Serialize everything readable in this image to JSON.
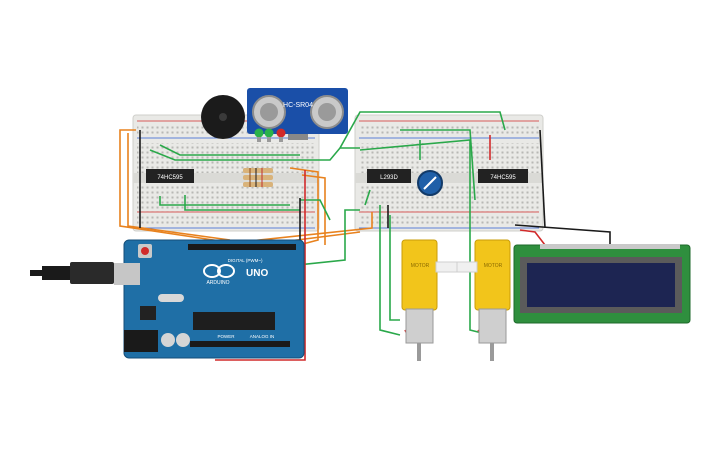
{
  "sensor_label": "HC-SR04",
  "chips": {
    "left": "74HC595",
    "middle": "L293D",
    "right": "74HC595"
  },
  "arduino": {
    "brand": "ARDUINO",
    "model": "UNO",
    "digital_label": "DIGITAL (PWM~)",
    "power_label": "POWER",
    "analog_label": "ANALOG IN"
  },
  "motors": {
    "left_label": "MOTOR",
    "right_label": "MOTOR"
  },
  "colors": {
    "breadboard": "#e9e9e6",
    "arduino_board": "#1f6fa6",
    "motor_yellow": "#f2c51b",
    "lcd_pcb": "#2f8f3e",
    "lcd_screen": "#1d2552",
    "wire_green": "#2aa84a",
    "wire_orange": "#e8821e",
    "wire_red": "#d12a2a",
    "wire_black": "#1a1a1a",
    "sensor_board": "#1a4fa8"
  },
  "icons": [
    "piezo-buzzer-icon",
    "led-icon",
    "potentiometer-icon",
    "usb-plug-icon",
    "arduino-logo-icon"
  ]
}
